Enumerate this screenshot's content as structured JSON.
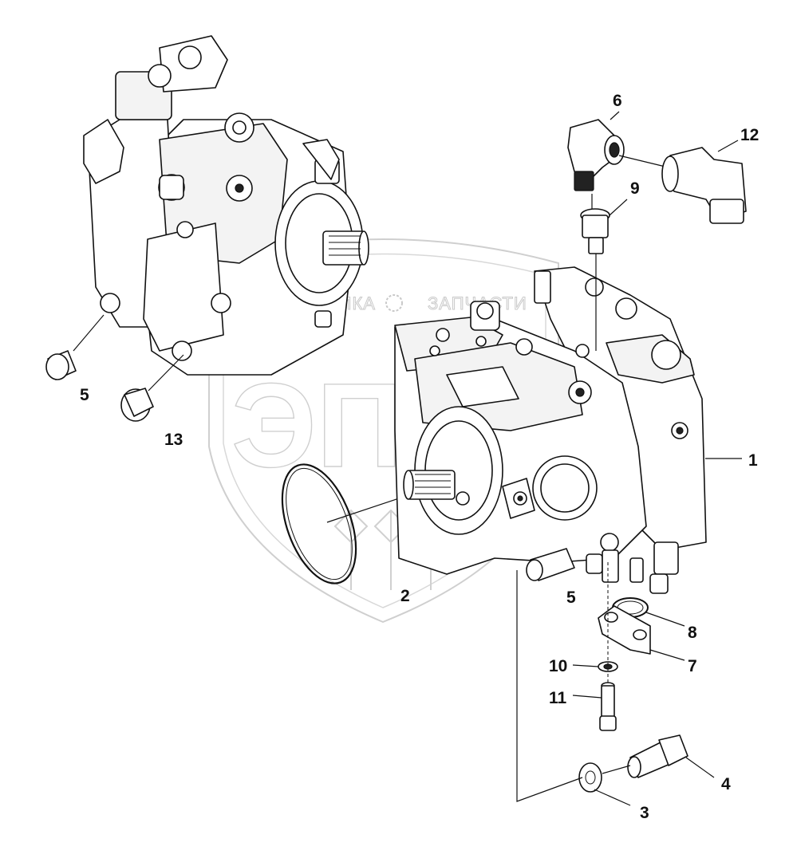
{
  "watermark": {
    "left_word": "ТЕХНИКА",
    "right_word": "ЗАПЧАСТИ",
    "logo_letters": "ЭПФ"
  },
  "callouts": [
    {
      "id": "c1",
      "label": "1"
    },
    {
      "id": "c2",
      "label": "2"
    },
    {
      "id": "c3",
      "label": "3"
    },
    {
      "id": "c4",
      "label": "4"
    },
    {
      "id": "c5a",
      "label": "5"
    },
    {
      "id": "c5b",
      "label": "5"
    },
    {
      "id": "c6",
      "label": "6"
    },
    {
      "id": "c7",
      "label": "7"
    },
    {
      "id": "c8",
      "label": "8"
    },
    {
      "id": "c9",
      "label": "9"
    },
    {
      "id": "c10",
      "label": "10"
    },
    {
      "id": "c11",
      "label": "11"
    },
    {
      "id": "c12",
      "label": "12"
    },
    {
      "id": "c13",
      "label": "13"
    }
  ]
}
